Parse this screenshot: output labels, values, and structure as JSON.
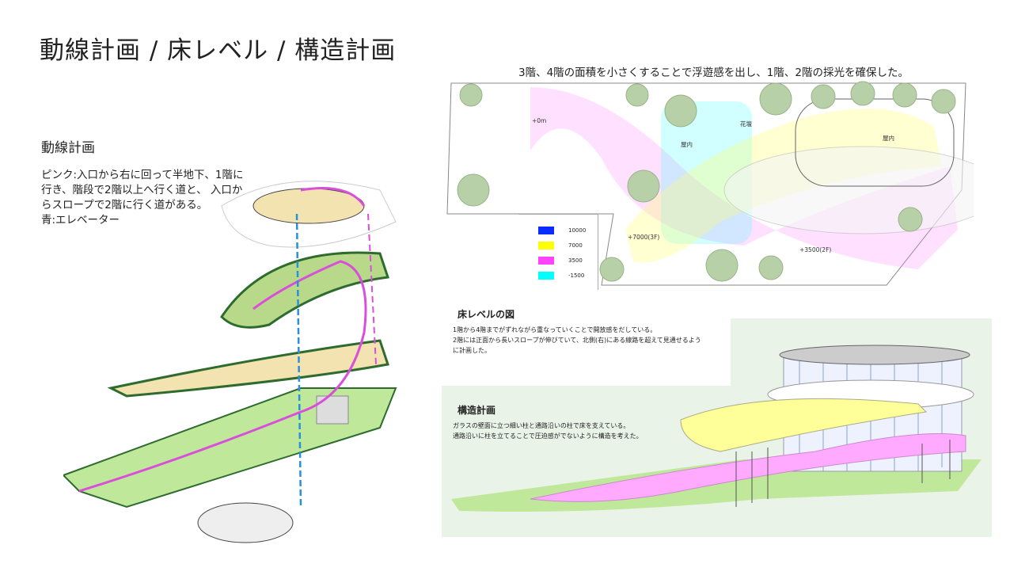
{
  "title": "動線計画 / 床レベル / 構造計画",
  "plan": {
    "caption": "3階、4階の面積を小さくすることで浮遊感を出し、1階、2階の採光を確保した。",
    "labels": {
      "ground": "+0m",
      "flowerbed": "花壇",
      "indoor_left": "屋内",
      "indoor_right": "屋内",
      "level3": "+7000(3F)",
      "level2": "+3500(2F)"
    },
    "legend": [
      {
        "value": "10000",
        "color": "#0a2cff"
      },
      {
        "value": "7000",
        "color": "#ffff00"
      },
      {
        "value": "3500",
        "color": "#ff44ff"
      },
      {
        "value": "-1500",
        "color": "#00ffff"
      }
    ]
  },
  "circulation": {
    "heading": "動線計画",
    "lines": [
      "ピンク:入口から右に回って半地下、1階に行き、階段で2階以上へ行く道と、 入口からスロープで2階に行く道がある。",
      "青:エレベーター"
    ]
  },
  "floor_level": {
    "heading": "床レベルの図",
    "lines": [
      "1階から4階までがずれながら重なっていくことで開放感をだしている。",
      "2階には正面から長いスロープが伸びていて、北側(右)にある線路を超えて見通せるよう",
      "に計画した。"
    ]
  },
  "structure": {
    "heading": "構造計画",
    "lines": [
      "ガラスの壁面に立つ細い柱と通路沿いの柱で床を支えている。",
      "通路沿いに柱を立てることで圧迫感がでないように構造を考えた。"
    ]
  }
}
